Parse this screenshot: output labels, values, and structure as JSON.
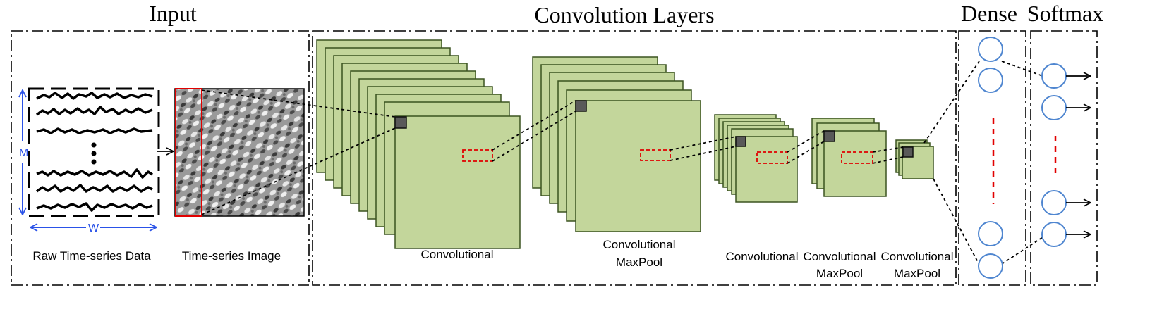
{
  "titles": {
    "input": "Input",
    "conv": "Convolution Layers",
    "dense": "Dense",
    "softmax": "Softmax"
  },
  "captions": {
    "raw": "Raw Time-series Data",
    "image": "Time-series Image",
    "conv1": "Convolutional",
    "conv2_a": "Convolutional",
    "conv2_b": "MaxPool",
    "conv3": "Convolutional",
    "conv4_a": "Convolutional",
    "conv4_b": "MaxPool",
    "conv5_a": "Convolutional",
    "conv5_b": "MaxPool"
  },
  "axes": {
    "m": "M",
    "w": "W"
  },
  "colors": {
    "feature_map": "#c3d69b",
    "neuron_stroke": "#4f86d0",
    "highlight": "#e10000",
    "axis_arrow": "#2a52e8"
  }
}
